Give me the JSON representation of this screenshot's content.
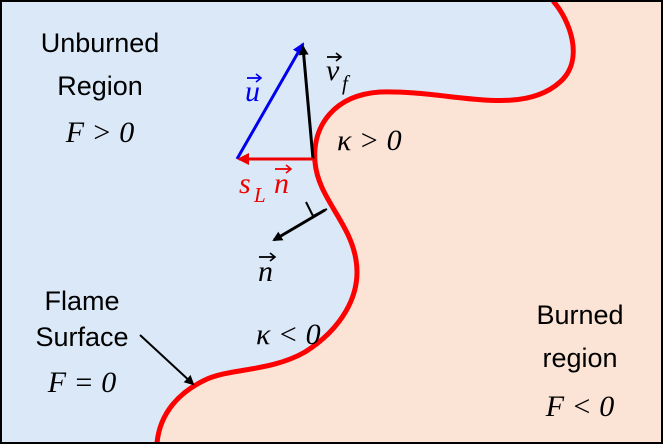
{
  "colors": {
    "unburned_fill": "#dbe8f7",
    "burned_fill": "#fbe3d6",
    "flame_front": "#ff0000",
    "velocity_u": "#0000ee",
    "sl_vector": "#ee0000",
    "vector": "#000000",
    "border": "#000000"
  },
  "unburned": {
    "title_line1": "Unburned",
    "title_line2": "Region",
    "condition": "F > 0"
  },
  "burned": {
    "title_line1": "Burned",
    "title_line2": "region",
    "condition": "F < 0"
  },
  "flame": {
    "label_line1": "Flame",
    "label_line2": "Surface",
    "condition": "F = 0"
  },
  "curvature": {
    "positive": "κ > 0",
    "negative": "κ < 0"
  },
  "vectors": {
    "u": "u",
    "v_f": "v",
    "v_f_sub": "f",
    "s_l": "s",
    "s_l_sub": "L",
    "s_l_n": "n",
    "n": "n"
  }
}
